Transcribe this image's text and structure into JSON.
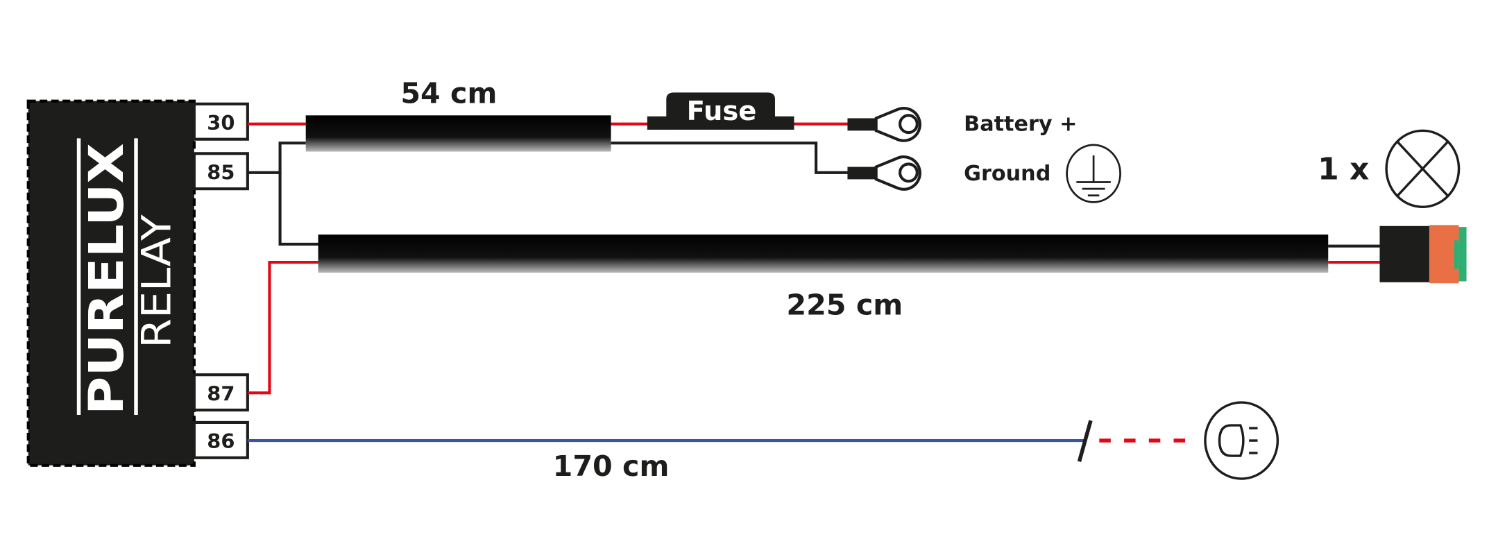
{
  "relay": {
    "brand": "PURELUX",
    "label": "RELAY",
    "terminals": [
      "30",
      "85",
      "87",
      "86"
    ]
  },
  "cables": {
    "short_length": "54 cm",
    "long_length": "225 cm",
    "signal_length": "170 cm"
  },
  "fuse": {
    "label": "Fuse"
  },
  "connections": {
    "battery": "Battery +",
    "ground": "Ground",
    "lamp_count": "1 x"
  },
  "colors": {
    "red": "#e30613",
    "blue": "#3a55a4",
    "black": "#1d1d1b",
    "orange": "#e97044",
    "green": "#2fae74"
  },
  "icons": [
    "ground-icon",
    "lamp-icon",
    "headlight-icon",
    "ring-terminal-icon",
    "connector-icon"
  ]
}
